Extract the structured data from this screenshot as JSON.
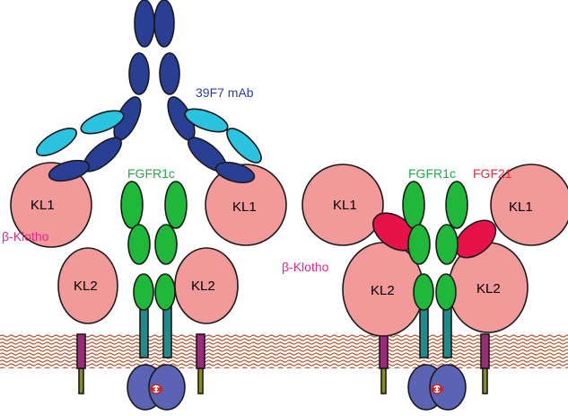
{
  "labels": {
    "antibody": "39F7 mAb",
    "receptor_left": "FGFR1c",
    "receptor_right": "FGFR1c",
    "ligand": "FGF21",
    "klotho_left": "β-Klotho",
    "klotho_right": "β-Klotho",
    "kl1_left": "KL1",
    "kl2_left": "KL2",
    "kl1_right": "KL1",
    "kl2_right": "KL2",
    "kl1_mid_left": "KL1",
    "kl2_mid_left": "KL2"
  },
  "colors": {
    "antibody_dark": "#283f94",
    "antibody_light": "#2cc3e0",
    "klotho": "#f29a9a",
    "fgfr": "#1fb83a",
    "fgf21": "#e8124a",
    "label_green": "#22a845",
    "label_blue": "#2a3d9a",
    "label_magenta": "#e6248a",
    "label_red": "#ef2a3e",
    "membrane": "#b5532c",
    "tm_purple": "#9a2a7a",
    "tm_teal": "#1c8c8c",
    "kinase": "#5a63b4",
    "stalk": "#8c8c1e"
  }
}
